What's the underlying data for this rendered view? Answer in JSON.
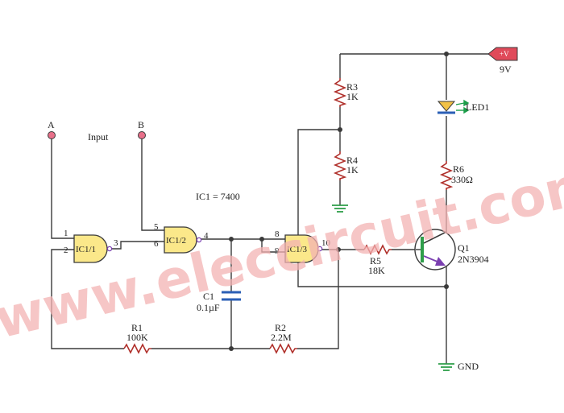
{
  "circuit": {
    "input_label": "Input",
    "inputs": [
      "A",
      "B"
    ],
    "ic_note": "IC1 = 7400",
    "gates": [
      "IC1/1",
      "IC1/2",
      "IC1/3"
    ],
    "pins": {
      "g1_in_a": "1",
      "g1_in_b": "2",
      "g1_out": "3",
      "g2_in_a": "5",
      "g2_in_b": "6",
      "g2_out": "4",
      "g3_in_a": "8",
      "g3_in_b": "9",
      "g3_out": "10"
    },
    "resistors": {
      "r1": {
        "name": "R1",
        "value": "100K"
      },
      "r2": {
        "name": "R2",
        "value": "2.2M"
      },
      "r3": {
        "name": "R3",
        "value": "1K"
      },
      "r4": {
        "name": "R4",
        "value": "1K"
      },
      "r5": {
        "name": "R5",
        "value": "18K"
      },
      "r6": {
        "name": "R6",
        "value": "330Ω"
      }
    },
    "capacitor": {
      "name": "C1",
      "value": "0.1µF"
    },
    "transistor": {
      "name": "Q1",
      "part": "2N3904"
    },
    "led": {
      "name": "LED1"
    },
    "supply": {
      "tag": "+V",
      "voltage": "9V"
    },
    "ground_label": "GND"
  },
  "watermark": "www.eleccircuit.com",
  "colors": {
    "wire": "#3a3a3a",
    "gate_fill": "#fbe88a",
    "resistor": "#b0302b",
    "capacitor": "#2b5fb6",
    "ground": "#2e9e4a",
    "input_dot": "#e8708a",
    "supply_tag": "#e04a5a",
    "led_body": "#f1c247",
    "led_arrows": "#1c9e4a",
    "transistor_base": "#2e9e4a",
    "transistor_emitter": "#7a3fb0",
    "watermark": "#f4b3b3"
  }
}
